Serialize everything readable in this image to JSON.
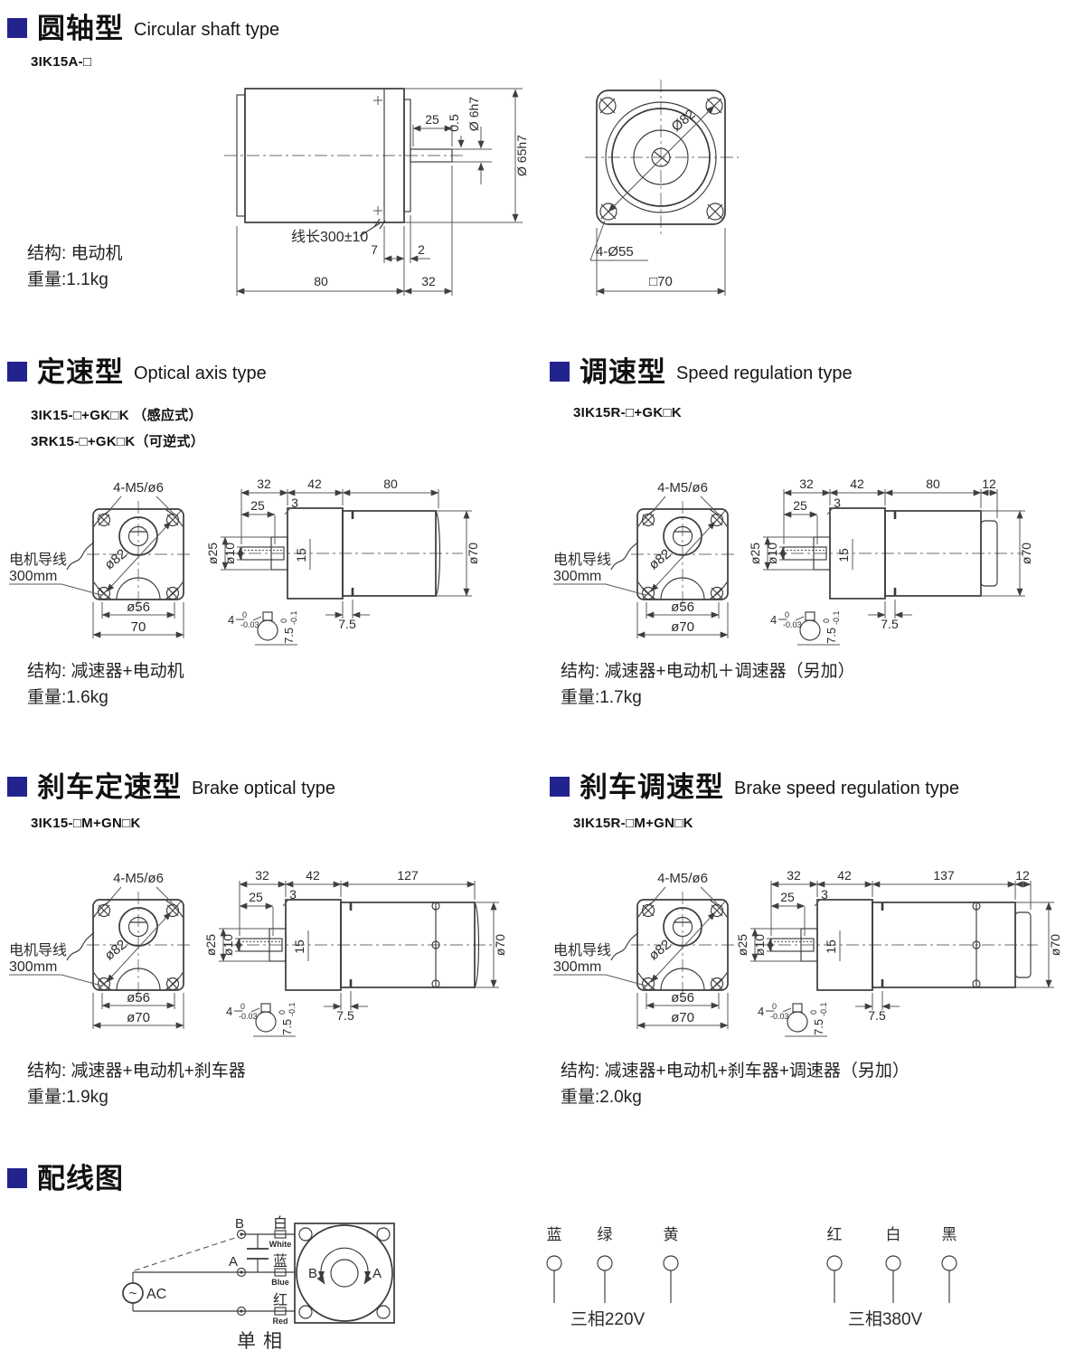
{
  "accent": "#23238e",
  "s1": {
    "title_zh": "圆轴型",
    "title_en": "Circular shaft type",
    "model": "3IK15A-□",
    "structure": "结构: 电动机",
    "weight": "重量:1.1kg",
    "side": {
      "shaft_len": "25",
      "step": "0.5",
      "shaft_dia": "Ø 6h7",
      "body_dia": "Ø 65h7",
      "wire": "线长300±10",
      "d7": "7",
      "d2": "2",
      "body_len": "80",
      "ext_len": "32"
    },
    "front": {
      "bolt_circle": "Ø82",
      "holes": "4-Ø55",
      "square": "□70"
    }
  },
  "s2l": {
    "title_zh": "定速型",
    "title_en": "Optical axis type",
    "model1": "3IK15-□+GK□K （感应式）",
    "model2": "3RK15-□+GK□K（可逆式）",
    "structure": "结构: 减速器+电动机",
    "weight": "重量:1.6kg",
    "len": "80",
    "front_outer": "70"
  },
  "s2r": {
    "title_zh": "调速型",
    "title_en": "Speed regulation type",
    "model1": "3IK15R-□+GK□K",
    "structure": "结构: 减速器+电动机＋调速器（另加）",
    "weight": "重量:1.7kg",
    "len": "80",
    "cap": "12",
    "front_outer": "ø70"
  },
  "s3l": {
    "title_zh": "刹车定速型",
    "title_en": "Brake optical type",
    "model1": "3IK15-□M+GN□K",
    "structure": "结构: 减速器+电动机+刹车器",
    "weight": "重量:1.9kg",
    "len": "127",
    "front_outer": "ø70"
  },
  "s3r": {
    "title_zh": "刹车调速型",
    "title_en": "Brake speed regulation type",
    "model1": "3IK15R-□M+GN□K",
    "structure": "结构: 减速器+电动机+刹车器+调速器（另加）",
    "weight": "重量:2.0kg",
    "len": "137",
    "cap": "12",
    "front_outer": "ø70"
  },
  "gm": {
    "screws": "4-M5/ø6",
    "bolt_circle": "ø82",
    "wire1": "电机导线",
    "wire2": "300mm",
    "dia56": "ø56",
    "d32": "32",
    "d42": "42",
    "d25": "25",
    "d3": "3",
    "dia25": "ø25",
    "dia10": "ø10",
    "d15": "15",
    "d75": "7.5",
    "dia70": "ø70",
    "key_nom": "4－",
    "tol_zero": "0",
    "key_tol": "-0.03",
    "depth_nom": "7.5",
    "depth_tol": "-0.1"
  },
  "w": {
    "title_zh": "配线图",
    "b": "B",
    "a": "A",
    "ac": "AC",
    "white_zh": "白",
    "white_en": "White",
    "blue_zh": "蓝",
    "blue_en": "Blue",
    "red_zh": "红",
    "red_en": "Red",
    "rot_b": "B",
    "rot_a": "A",
    "single": "单相",
    "t220": {
      "w1": "蓝",
      "w2": "绿",
      "w3": "黄",
      "label": "三相220V"
    },
    "t380": {
      "w1": "红",
      "w2": "白",
      "w3": "黑",
      "label": "三相380V"
    }
  }
}
